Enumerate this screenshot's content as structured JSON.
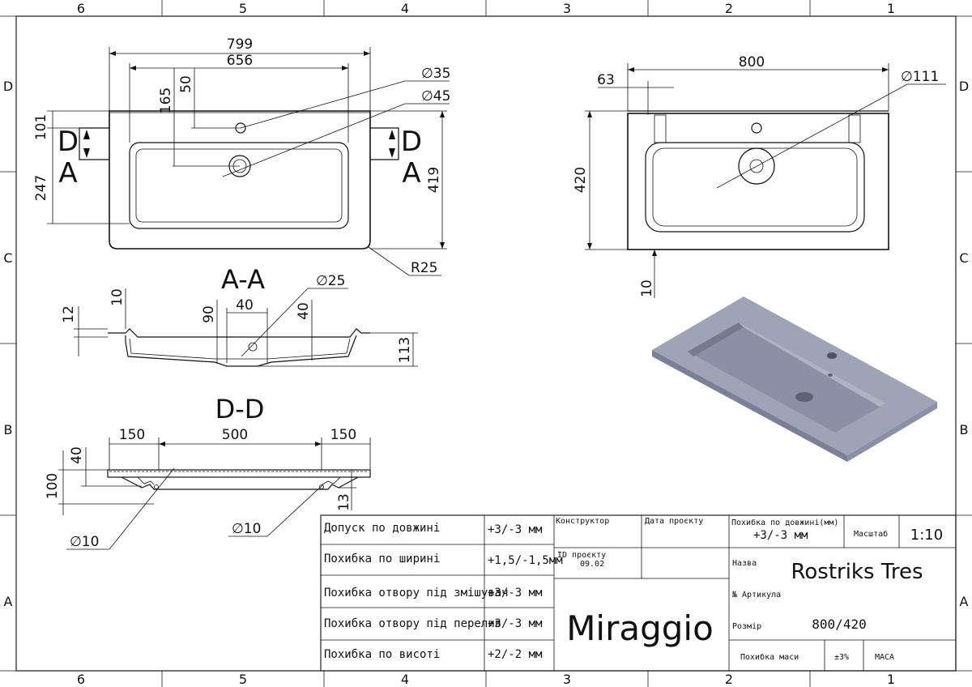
{
  "grid": {
    "columns": [
      "6",
      "5",
      "4",
      "3",
      "2",
      "1"
    ],
    "rows": [
      "D",
      "C",
      "B",
      "A"
    ]
  },
  "top_view": {
    "width_outer": "799",
    "width_inner": "656",
    "d165": "165",
    "d50": "50",
    "d101": "101",
    "d247": "247",
    "d419": "419",
    "dia35": "∅35",
    "dia45": "∅45",
    "r25": "R25",
    "sec_d": "D",
    "sec_a": "A"
  },
  "front_view": {
    "width": "800",
    "d63": "63",
    "d420": "420",
    "d10": "10",
    "dia111": "∅111"
  },
  "section_aa": {
    "title": "A-A",
    "dia25": "∅25",
    "d10": "10",
    "d12": "12",
    "d90": "90",
    "d40a": "40",
    "d40b": "40",
    "d113": "113"
  },
  "section_dd": {
    "title": "D-D",
    "d150a": "150",
    "d500": "500",
    "d150b": "150",
    "d40": "40",
    "d100": "100",
    "d13": "13",
    "dia10a": "∅10",
    "dia10b": "∅10"
  },
  "title_block": {
    "tolerances": [
      {
        "label": "Допуск по довжині",
        "value": "+3/-3 мм"
      },
      {
        "label": "Похибка по ширині",
        "value": "+1,5/-1,5мм"
      },
      {
        "label": "Похибка отвору під змішувач",
        "value": "+3/-3 мм"
      },
      {
        "label": "Похибка отвору під перелив",
        "value": "+3/-3 мм"
      },
      {
        "label": "Похибка по висоті",
        "value": "+2/-2 мм"
      }
    ],
    "constructor_label": "Конструктор",
    "project_date_label": "Дата проєкту",
    "project_id_label": "ID проєкту",
    "project_id": "09.02",
    "brand": "Miraggio",
    "length_error_label": "Похибка по довжині(мм)",
    "length_error_value": "+3/-3 мм",
    "scale_label": "Масштаб",
    "scale_value": "1:10",
    "name_label": "Назва",
    "name_value": "Rostriks Tres",
    "article_label": "№ Артикула",
    "size_label": "Розмір",
    "size_value": "800/420",
    "mass_error_label": "Похибка маси",
    "mass_error_value": "±3%",
    "mass_label": "МАСА"
  },
  "colors": {
    "line": "#111111",
    "render_top": "#9fa3b6",
    "render_side": "#7b8096",
    "render_basin": "#8c90a6"
  }
}
